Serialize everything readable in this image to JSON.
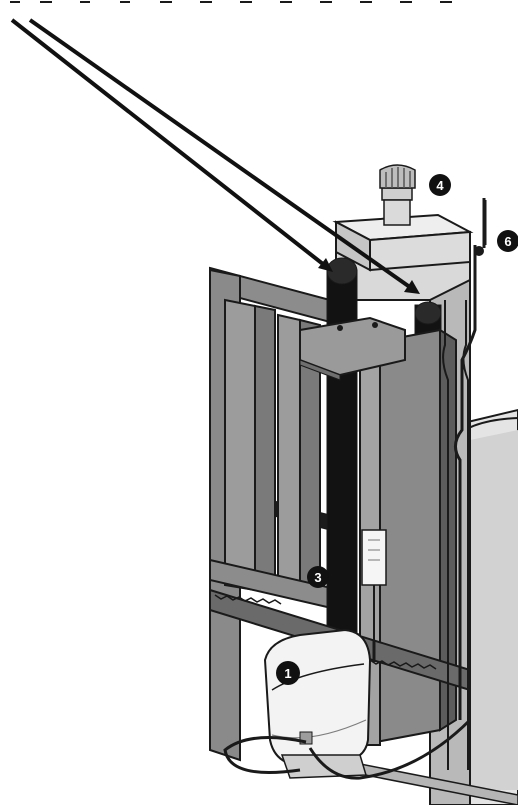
{
  "diagram": {
    "callouts": [
      {
        "id": "1",
        "label": "1"
      },
      {
        "id": "3",
        "label": "3"
      },
      {
        "id": "4",
        "label": "4"
      },
      {
        "id": "6",
        "label": "6"
      }
    ],
    "colors": {
      "gate_dark": "#6b6b6b",
      "gate_mid": "#9a9a9a",
      "gate_light": "#c8c8c8",
      "wall": "#e2e2e2",
      "outline": "#1a1a1a",
      "post_black": "#121212",
      "motor_body": "#f2f2f2",
      "callout_fill": "#111111"
    }
  }
}
